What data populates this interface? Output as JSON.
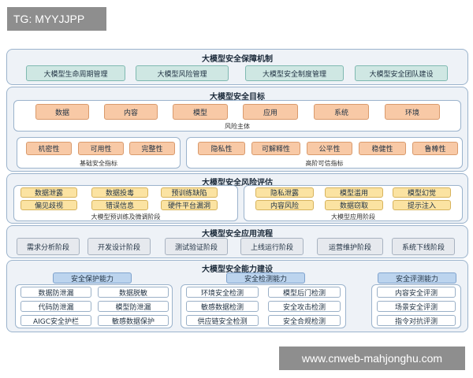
{
  "watermarks": {
    "top": "TG: MYYJJPP",
    "bottom": "www.cnweb-mahjonghu.com"
  },
  "s1": {
    "title": "大模型安全保障机制",
    "items": [
      "大模型生命周期管理",
      "大模型风险管理",
      "大模型安全制度管理",
      "大模型安全团队建设"
    ]
  },
  "s2": {
    "title": "大模型安全目标",
    "risk_items": [
      "数据",
      "内容",
      "模型",
      "应用",
      "系统",
      "环境"
    ],
    "risk_caption": "风险主体",
    "basic_items": [
      "机密性",
      "可用性",
      "完整性"
    ],
    "basic_caption": "基础安全指标",
    "trust_items": [
      "隐私性",
      "可解释性",
      "公平性",
      "稳健性",
      "鲁棒性"
    ],
    "trust_caption": "高阶可信指标"
  },
  "s3": {
    "title": "大模型安全风险评估",
    "train_items": [
      "数据泄露",
      "数据投毒",
      "预训练缺陷",
      "偏见歧视",
      "错误信息",
      "硬件平台漏洞"
    ],
    "train_caption": "大模型预训练及微调阶段",
    "app_items": [
      "隐私泄露",
      "模型滥用",
      "模型幻觉",
      "内容风险",
      "数据窃取",
      "提示注入"
    ],
    "app_caption": "大模型应用阶段"
  },
  "s4": {
    "title": "大模型安全应用流程",
    "items": [
      "需求分析阶段",
      "开发设计阶段",
      "测试验证阶段",
      "上线运行阶段",
      "运营维护阶段",
      "系统下线阶段"
    ]
  },
  "s5": {
    "title": "大模型安全能力建设",
    "protect": {
      "header": "安全保护能力",
      "items": [
        "数据防泄漏",
        "数据脱敏",
        "代码防泄漏",
        "模型防泄漏",
        "AIGC安全护栏",
        "敏感数据保护"
      ]
    },
    "detect": {
      "header": "安全检测能力",
      "items": [
        "环境安全检测",
        "模型后门检测",
        "敏感数据检测",
        "安全攻击检测",
        "供应链安全检测",
        "安全合规检测"
      ]
    },
    "evaluate": {
      "header": "安全评测能力",
      "items": [
        "内容安全评测",
        "场景安全评测",
        "指令对抗评测"
      ]
    }
  }
}
